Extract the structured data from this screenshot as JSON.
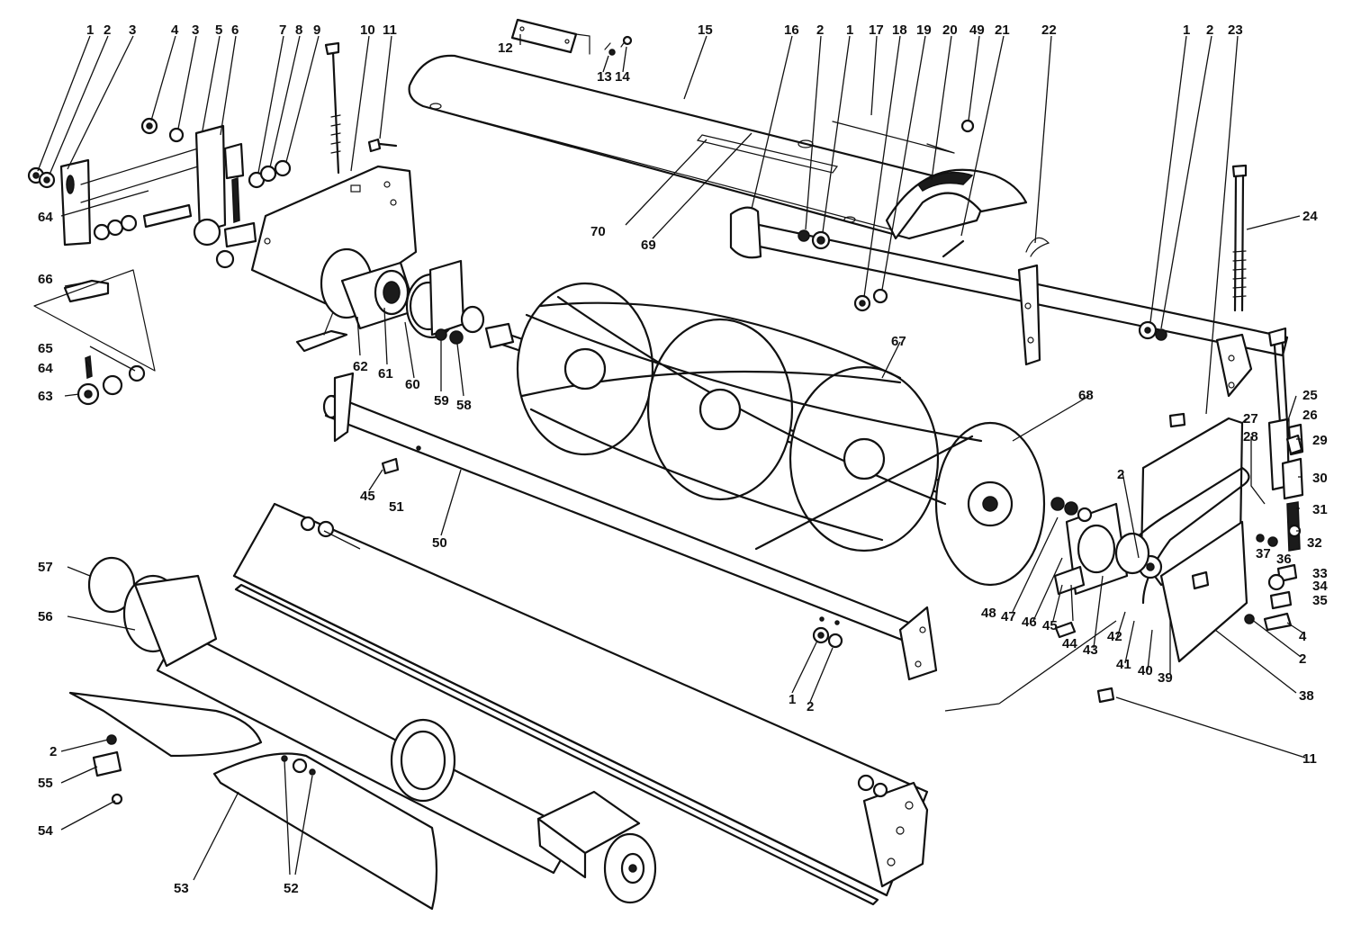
{
  "figure": {
    "background": "#ffffff",
    "line_color": "#111111",
    "callouts": [
      {
        "id": "c1a",
        "text": "1"
      },
      {
        "id": "c2a",
        "text": "2"
      },
      {
        "id": "c3a",
        "text": "3"
      },
      {
        "id": "c4a",
        "text": "4"
      },
      {
        "id": "c3b",
        "text": "3"
      },
      {
        "id": "c5",
        "text": "5"
      },
      {
        "id": "c6",
        "text": "6"
      },
      {
        "id": "c7",
        "text": "7"
      },
      {
        "id": "c8",
        "text": "8"
      },
      {
        "id": "c9",
        "text": "9"
      },
      {
        "id": "c10",
        "text": "10"
      },
      {
        "id": "c11a",
        "text": "11"
      },
      {
        "id": "c12",
        "text": "12"
      },
      {
        "id": "c13",
        "text": "13"
      },
      {
        "id": "c14",
        "text": "14"
      },
      {
        "id": "c15",
        "text": "15"
      },
      {
        "id": "c16",
        "text": "16"
      },
      {
        "id": "c2b",
        "text": "2"
      },
      {
        "id": "c1b",
        "text": "1"
      },
      {
        "id": "c17",
        "text": "17"
      },
      {
        "id": "c18",
        "text": "18"
      },
      {
        "id": "c19",
        "text": "19"
      },
      {
        "id": "c20",
        "text": "20"
      },
      {
        "id": "c49",
        "text": "49"
      },
      {
        "id": "c21",
        "text": "21"
      },
      {
        "id": "c22",
        "text": "22"
      },
      {
        "id": "c1c",
        "text": "1"
      },
      {
        "id": "c2c",
        "text": "2"
      },
      {
        "id": "c23",
        "text": "23"
      },
      {
        "id": "c24",
        "text": "24"
      },
      {
        "id": "c64a",
        "text": "64"
      },
      {
        "id": "c66",
        "text": "66"
      },
      {
        "id": "c65",
        "text": "65"
      },
      {
        "id": "c64b",
        "text": "64"
      },
      {
        "id": "c63",
        "text": "63"
      },
      {
        "id": "c62",
        "text": "62"
      },
      {
        "id": "c61",
        "text": "61"
      },
      {
        "id": "c60",
        "text": "60"
      },
      {
        "id": "c59",
        "text": "59"
      },
      {
        "id": "c58",
        "text": "58"
      },
      {
        "id": "c70",
        "text": "70"
      },
      {
        "id": "c69",
        "text": "69"
      },
      {
        "id": "c67",
        "text": "67"
      },
      {
        "id": "c68",
        "text": "68"
      },
      {
        "id": "c25",
        "text": "25"
      },
      {
        "id": "c26",
        "text": "26"
      },
      {
        "id": "c27",
        "text": "27"
      },
      {
        "id": "c28",
        "text": "28"
      },
      {
        "id": "c29",
        "text": "29"
      },
      {
        "id": "c30",
        "text": "30"
      },
      {
        "id": "c31",
        "text": "31"
      },
      {
        "id": "c32",
        "text": "32"
      },
      {
        "id": "c33",
        "text": "33"
      },
      {
        "id": "c34",
        "text": "34"
      },
      {
        "id": "c35",
        "text": "35"
      },
      {
        "id": "c36",
        "text": "36"
      },
      {
        "id": "c37",
        "text": "37"
      },
      {
        "id": "c2d",
        "text": "2"
      },
      {
        "id": "c4b",
        "text": "4"
      },
      {
        "id": "c2e",
        "text": "2"
      },
      {
        "id": "c38",
        "text": "38"
      },
      {
        "id": "c39",
        "text": "39"
      },
      {
        "id": "c40",
        "text": "40"
      },
      {
        "id": "c41",
        "text": "41"
      },
      {
        "id": "c42",
        "text": "42"
      },
      {
        "id": "c43",
        "text": "43"
      },
      {
        "id": "c44",
        "text": "44"
      },
      {
        "id": "c45a",
        "text": "45"
      },
      {
        "id": "c46",
        "text": "46"
      },
      {
        "id": "c47",
        "text": "47"
      },
      {
        "id": "c48",
        "text": "48"
      },
      {
        "id": "c11b",
        "text": "11"
      },
      {
        "id": "c1d",
        "text": "1"
      },
      {
        "id": "c2f",
        "text": "2"
      },
      {
        "id": "c45b",
        "text": "45"
      },
      {
        "id": "c50",
        "text": "50"
      },
      {
        "id": "c51",
        "text": "51"
      },
      {
        "id": "c57",
        "text": "57"
      },
      {
        "id": "c56",
        "text": "56"
      },
      {
        "id": "c2g",
        "text": "2"
      },
      {
        "id": "c55",
        "text": "55"
      },
      {
        "id": "c54",
        "text": "54"
      },
      {
        "id": "c53",
        "text": "53"
      },
      {
        "id": "c52",
        "text": "52"
      }
    ]
  }
}
